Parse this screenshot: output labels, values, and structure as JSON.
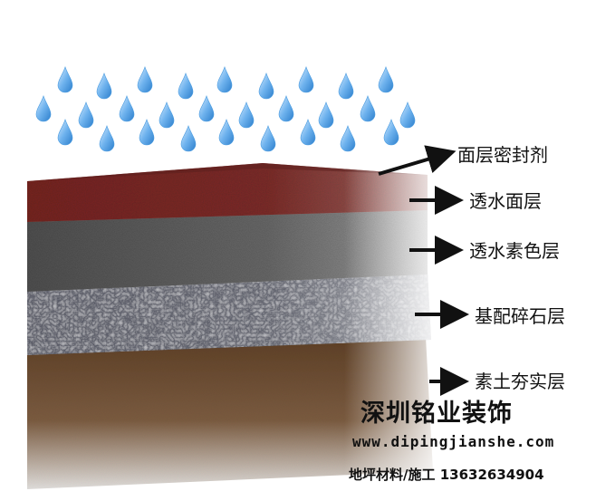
{
  "diagram": {
    "layers": [
      {
        "label": "面层密封剂",
        "color": "#222222"
      },
      {
        "label": "透水面层",
        "color": "#8a2f2c"
      },
      {
        "label": "透水素色层",
        "color": "#6e6e6e"
      },
      {
        "label": "基配碎石层",
        "color": "#3d4046"
      },
      {
        "label": "素土夯实层",
        "color": "#6b4a2e"
      }
    ],
    "rain_color": "#4a9be0"
  },
  "watermark": {
    "company": "深圳铭业装饰",
    "website": "www.dipingjianshe.com",
    "contact": "地坪材料/施工 13632634904"
  }
}
